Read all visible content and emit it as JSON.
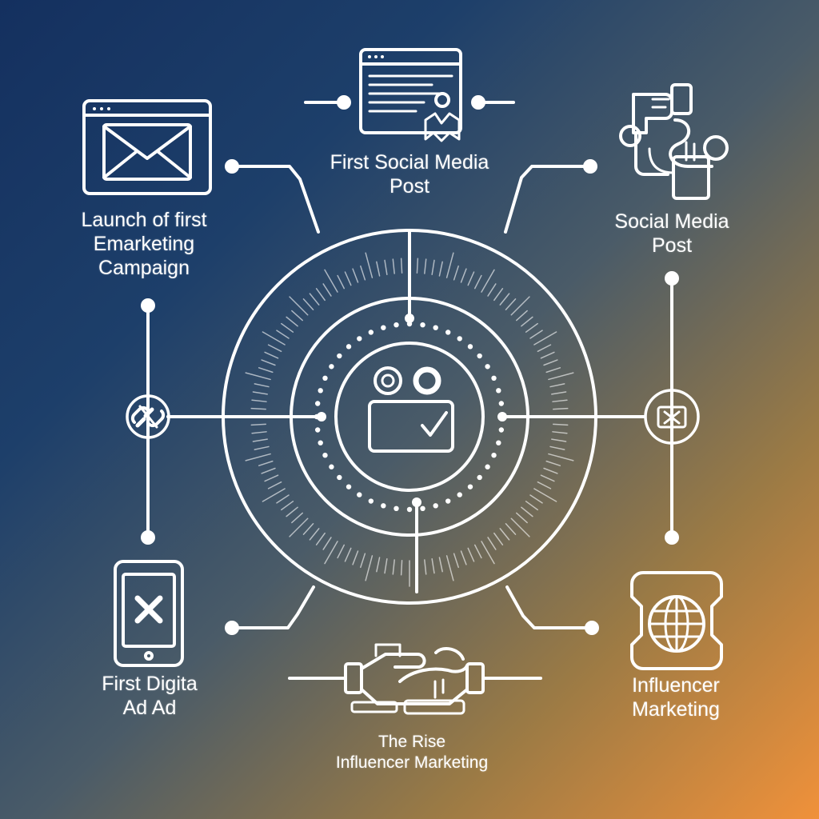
{
  "diagram": {
    "colors": {
      "stroke": "#ffffff",
      "bg_top": "#14305f",
      "bg_bottom": "#f0913a"
    },
    "labels": {
      "email_campaign": [
        "Launch of first",
        "Emarketing",
        "Campaign"
      ],
      "first_social_post": [
        "First Social Media",
        "Post"
      ],
      "social_media_post": [
        "Social Media",
        "Post"
      ],
      "first_digital_ad": [
        "First Digita",
        "Ad Ad"
      ],
      "rise_influencer": [
        "The Rise",
        "Influencer Marketing"
      ],
      "influencer_marketing": [
        "Influencer",
        "Marketing"
      ]
    },
    "icons": {
      "email": "email-window-icon",
      "first_post": "browser-post-icon",
      "social_post": "social-network-icon",
      "digital_ad": "tablet-ad-icon",
      "rise": "influencer-handshake-icon",
      "influencer": "globe-network-icon",
      "center": "camera-checkbox-icon",
      "left_node": "broken-link-icon",
      "right_node": "ad-badge-icon"
    }
  }
}
